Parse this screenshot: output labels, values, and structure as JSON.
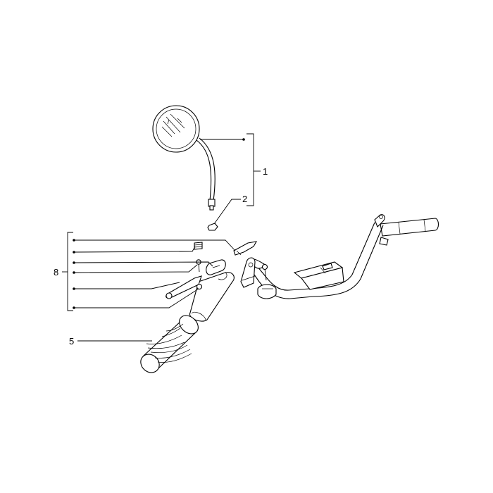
{
  "callouts": {
    "mirror": "1",
    "mirror_nut": "2",
    "grip": "5",
    "lever_group": "8"
  },
  "colors": {
    "line": "#000000",
    "background": "#ffffff"
  }
}
